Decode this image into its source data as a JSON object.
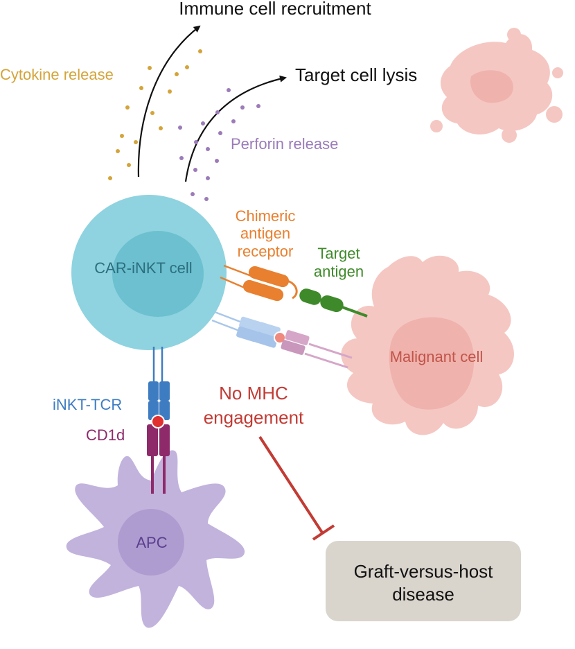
{
  "labels": {
    "immune_recruitment": "Immune cell recruitment",
    "target_lysis": "Target cell lysis",
    "cytokine_release": "Cytokine release",
    "perforin_release": "Perforin release",
    "car_line1": "Chimeric",
    "car_line2": "antigen",
    "car_line3": "receptor",
    "target_antigen_line1": "Target",
    "target_antigen_line2": "antigen",
    "car_inkt_cell": "CAR-iNKT cell",
    "malignant_cell": "Malignant cell",
    "inkt_tcr": "iNKT-TCR",
    "cd1d": "CD1d",
    "no_mhc_line1": "No MHC",
    "no_mhc_line2": "engagement",
    "apc": "APC",
    "gvhd_line1": "Graft-versus-host",
    "gvhd_line2": "disease"
  },
  "colors": {
    "cytokine": "#D4A43A",
    "perforin": "#9B7BB8",
    "car": "#E8802F",
    "target_antigen": "#3E8A2A",
    "inkt_cell_fill": "#8ED3DF",
    "inkt_nucleus": "#6CC0D0",
    "inkt_text": "#2B6E7E",
    "malignant_fill": "#F5C7C2",
    "malignant_text": "#C2544A",
    "tcr_blue": "#3E7CC2",
    "cd1d_purple": "#8E2A6A",
    "apc_fill": "#C2B3DD",
    "apc_text": "#5B3F8E",
    "inhibit_red": "#C23B34",
    "gvhd_box": "#D9D5CD"
  }
}
